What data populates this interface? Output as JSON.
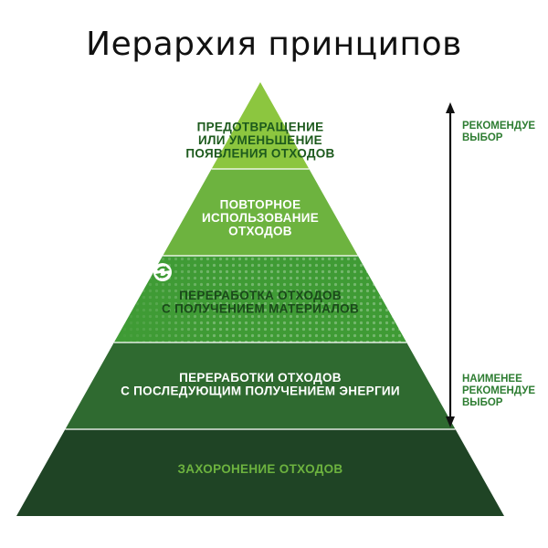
{
  "title": "Иерархия принципов",
  "levels": [
    {
      "lines": [
        "ПРЕДОТВРАЩЕНИЕ",
        "ИЛИ УМЕНЬШЕНИЕ",
        "ПОЯВЛЕНИЯ ОТХОДОВ"
      ]
    },
    {
      "lines": [
        "ПОВТОРНОЕ",
        "ИСПОЛЬЗОВАНИЕ",
        "ОТХОДОВ"
      ]
    },
    {
      "lines": [
        "ПЕРЕРАБОТКА ОТХОДОВ",
        "С ПОЛУЧЕНИЕМ МАТЕРИАЛОВ"
      ],
      "icon": "recycle-icon"
    },
    {
      "lines": [
        "ПЕРЕРАБОТКИ ОТХОДОВ",
        "С ПОСЛЕДУЮЩИМ ПОЛУЧЕНИЕМ ЭНЕРГИИ"
      ]
    },
    {
      "lines": [
        "ЗАХОРОНЕНИЕ ОТХОДОВ"
      ]
    }
  ],
  "scale": {
    "top_lines": [
      "РЕКОМЕНДУЕ",
      "ВЫБОР"
    ],
    "bottom_lines": [
      "НАИМЕНЕЕ",
      "РЕКОМЕНДУЕ",
      "ВЫБОР"
    ]
  },
  "colors": {
    "level_fills": [
      "#8cc63f",
      "#6db33f",
      "#3f9b35",
      "#2f6a30",
      "#1f4425"
    ],
    "level_text": [
      "#1d5a1d",
      "#ffffff",
      "#1a4a1a",
      "#ffffff",
      "#6db33f"
    ],
    "side_text": "#2e7d32",
    "arrow": "#111111"
  }
}
